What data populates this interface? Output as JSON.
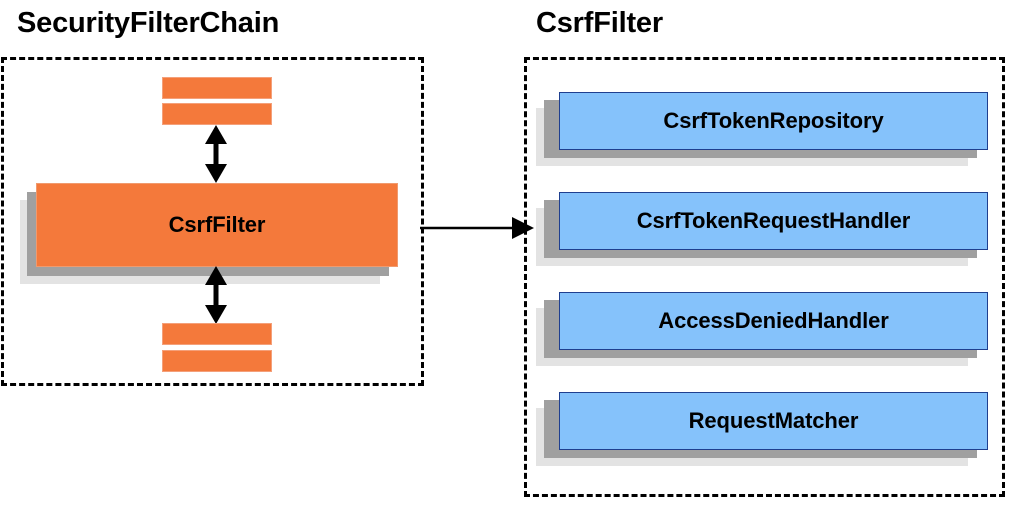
{
  "diagram": {
    "title_left": "SecurityFilterChain",
    "title_right": "CsrfFilter",
    "colors": {
      "orange_fill": "#f4793b",
      "orange_border": "#f09a6e",
      "blue_fill": "#85c2fb",
      "blue_border": "#1f3f8f",
      "shadow_near": "#a0a0a0",
      "shadow_far": "#e3e3e3",
      "panel_border": "#000000",
      "text": "#000000"
    }
  },
  "left_panel": {
    "title": "SecurityFilterChain",
    "top_bars": [
      {
        "label": ""
      },
      {
        "label": ""
      }
    ],
    "main_node": {
      "label": "CsrfFilter"
    },
    "bottom_bars": [
      {
        "label": ""
      },
      {
        "label": ""
      }
    ],
    "arrows": {
      "top": "double-headed-vertical-arrow",
      "bottom": "double-headed-vertical-arrow"
    }
  },
  "right_panel": {
    "title": "CsrfFilter",
    "nodes": [
      {
        "label": "CsrfTokenRepository"
      },
      {
        "label": "CsrfTokenRequestHandler"
      },
      {
        "label": "AccessDeniedHandler"
      },
      {
        "label": "RequestMatcher"
      }
    ]
  },
  "connector": {
    "kind": "right-arrow",
    "from": "SecurityFilterChain.CsrfFilter",
    "to": "CsrfFilter panel"
  }
}
